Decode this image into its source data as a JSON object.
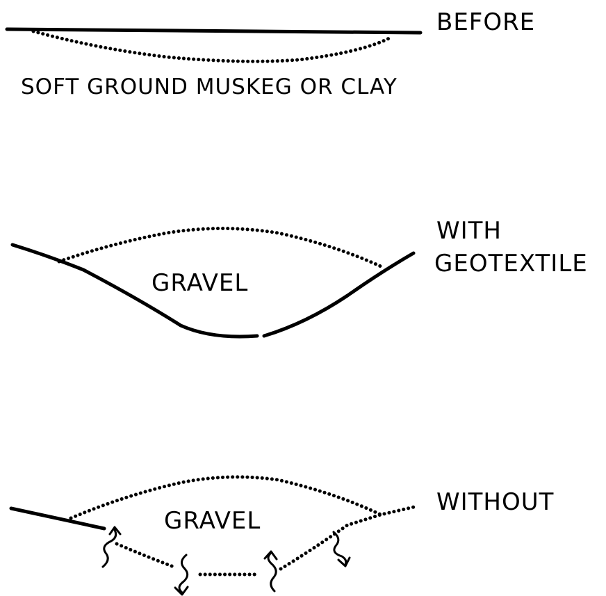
{
  "panels": {
    "before": {
      "label": "BEFORE",
      "ground_label": "SOFT GROUND  MUSKEG OR CLAY"
    },
    "with_geotextile": {
      "label_line1": "WITH",
      "label_line2": "GEOTEXTILE",
      "fill_label": "GRAVEL"
    },
    "without": {
      "label": "WITHOUT",
      "fill_label": "GRAVEL"
    }
  },
  "colors": {
    "ink": "#000000",
    "background": "#ffffff"
  }
}
